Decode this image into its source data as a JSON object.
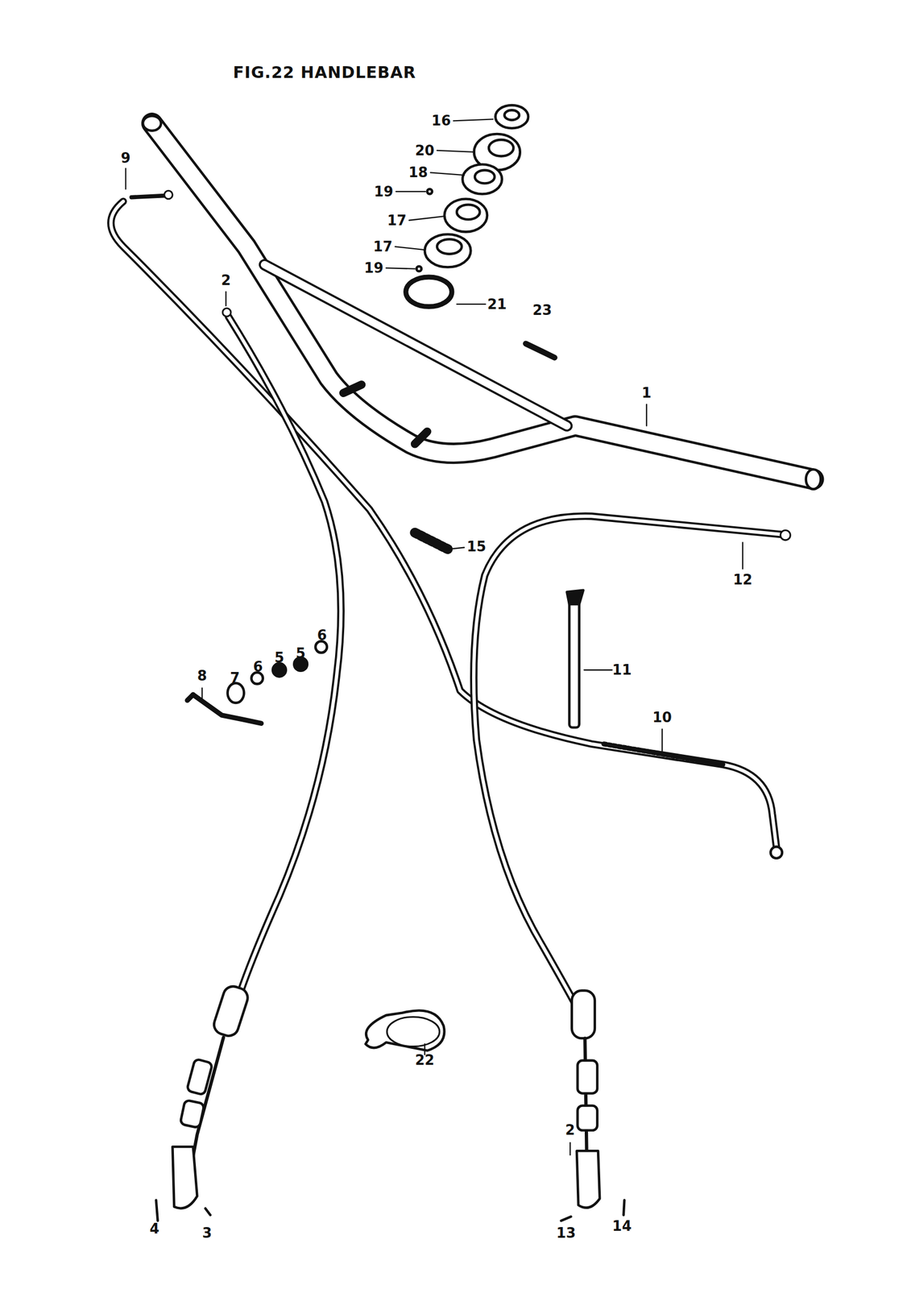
{
  "diagram": {
    "title": "FIG.22 HANDLEBAR",
    "labels": [
      "16",
      "20",
      "18",
      "19",
      "17",
      "17",
      "19",
      "21",
      "23",
      "9",
      "2",
      "1",
      "15",
      "12",
      "11",
      "10",
      "8",
      "7",
      "6",
      "5",
      "5",
      "6",
      "22",
      "4",
      "3",
      "2",
      "13",
      "14"
    ]
  }
}
